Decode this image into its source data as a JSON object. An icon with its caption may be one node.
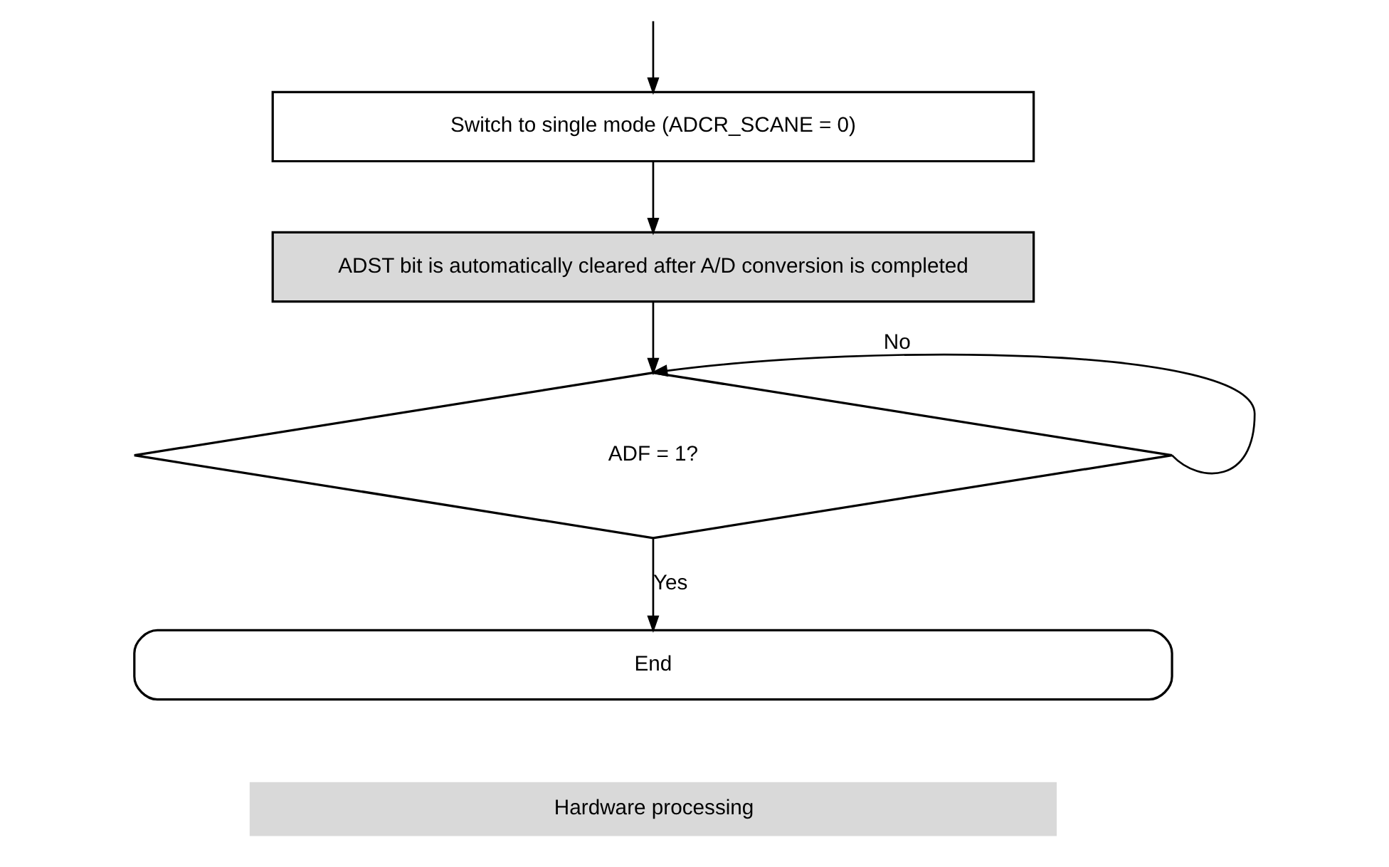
{
  "diagram": {
    "nodes": [
      {
        "text": [
          "Switch to single mode (ADCR_SCANE = 0)"
        ]
      },
      {
        "text": [
          "ADST bit is automatically cleared after A/D conversion is completed"
        ]
      },
      {
        "text": [
          "ADF = 1?"
        ]
      },
      {
        "text": [
          "End"
        ]
      }
    ],
    "edges": [
      {
        "from": null,
        "to": 0,
        "arrow": "to"
      },
      {
        "from": 0,
        "to": 1,
        "arrow": "to"
      },
      {
        "from": 1,
        "to": 2,
        "arrow": "to"
      },
      {
        "from": 2,
        "to": 2,
        "arrow": "to",
        "label": "No"
      },
      {
        "from": 2,
        "to": 3,
        "arrow": "to",
        "label": "Yes"
      }
    ],
    "legend": [
      {
        "text": "Hardware processing",
        "color": "#d9d9d9"
      }
    ]
  }
}
